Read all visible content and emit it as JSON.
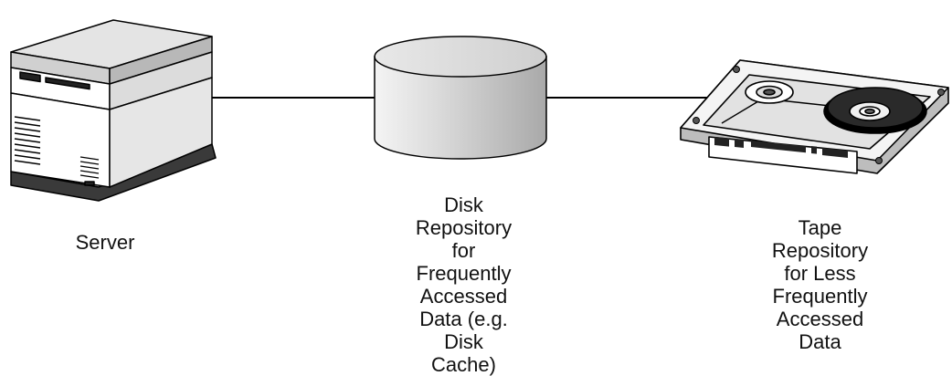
{
  "nodes": {
    "server": {
      "icon": "server-tower-icon",
      "label": "Server"
    },
    "disk": {
      "icon": "disk-cylinder-icon",
      "label": "Disk\nRepository\nfor\nFrequently\nAccessed\nData (e.g.\nDisk\nCache)"
    },
    "tape": {
      "icon": "tape-cassette-icon",
      "label": "Tape\nRepository\nfor Less\nFrequently\nAccessed\nData"
    }
  },
  "connections": [
    {
      "from": "server",
      "to": "disk"
    },
    {
      "from": "disk",
      "to": "tape"
    }
  ],
  "colors": {
    "line": "#000000",
    "fill_light": "#e2e2e2",
    "fill_mid": "#bdbdbd",
    "fill_dark": "#555555"
  }
}
